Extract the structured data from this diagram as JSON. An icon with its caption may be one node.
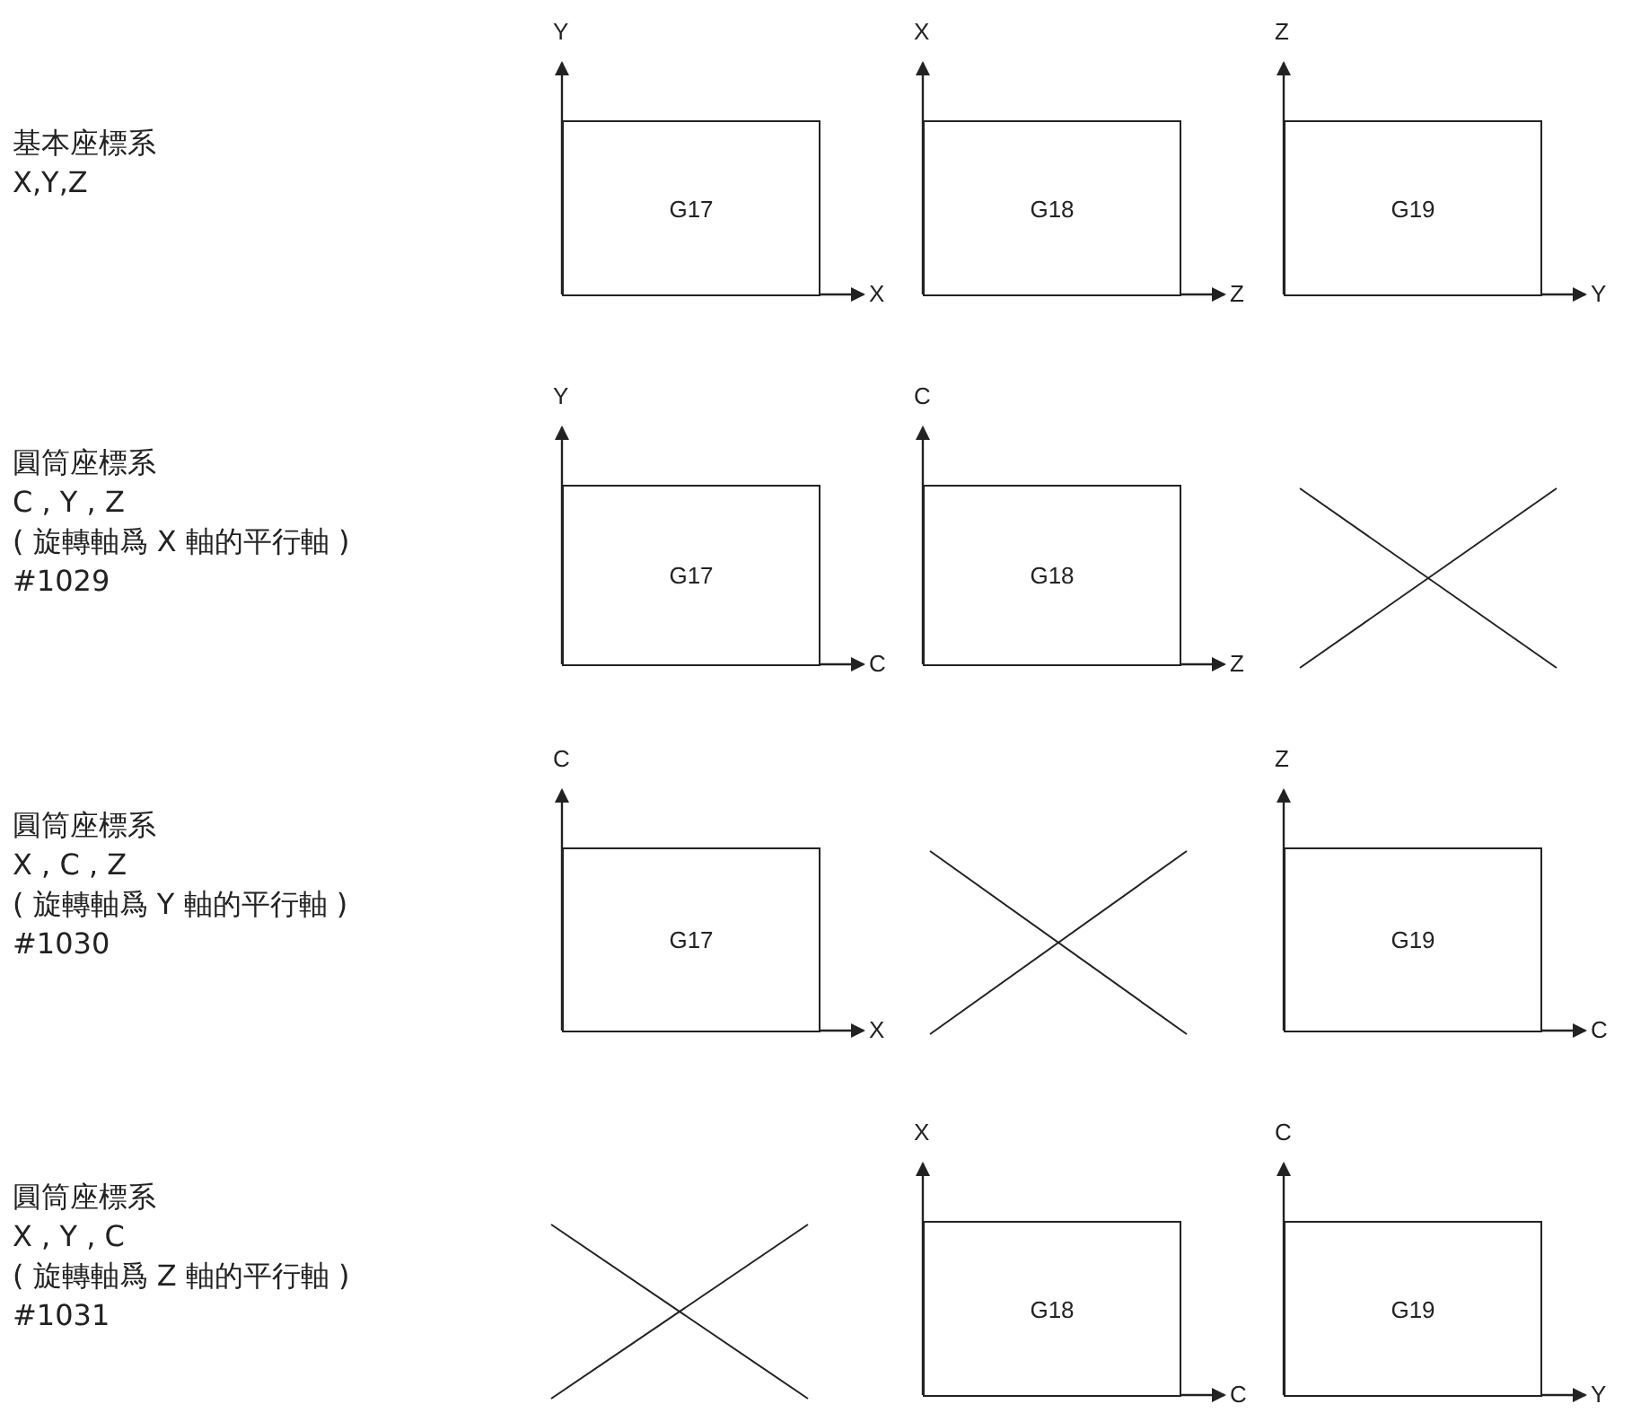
{
  "diagram": {
    "nodes": [
      {
        "text": [
          "G17"
        ]
      },
      {
        "text": [
          "G18"
        ]
      },
      {
        "text": [
          "G19"
        ]
      },
      {
        "text": [
          "G17"
        ]
      },
      {
        "text": [
          "G18"
        ]
      },
      {
        "text": [
          "G17"
        ]
      },
      {
        "text": [
          "G19"
        ]
      },
      {
        "text": [
          "G18"
        ]
      },
      {
        "text": [
          "G19"
        ]
      }
    ],
    "labels": [
      "Y",
      "X",
      "Z",
      "基本座標系",
      "X,Y,Z",
      "X",
      "Z",
      "Y",
      "Y",
      "C",
      "圓筒座標系",
      "C , Y , Z",
      "( 旋轉軸爲 X 軸的平行軸 )",
      "#1029",
      "C",
      "Z",
      "C",
      "Z",
      "圓筒座標系",
      "X , C , Z",
      "( 旋轉軸爲 Y 軸的平行軸 )",
      "#1030",
      "X",
      "C",
      "X",
      "C",
      "圓筒座標系",
      "X , Y , C",
      "( 旋轉軸爲 Z 軸的平行軸 )",
      "#1031",
      "C",
      "Y"
    ]
  }
}
